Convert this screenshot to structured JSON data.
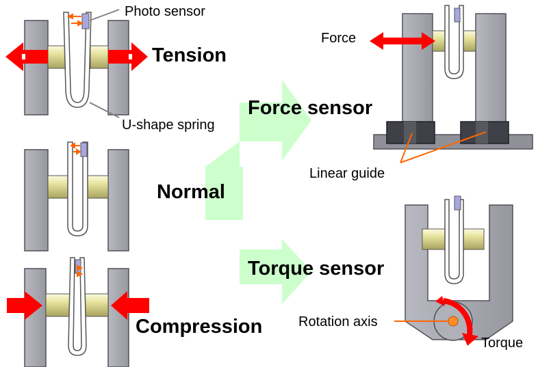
{
  "labels": {
    "photo_sensor": "Photo sensor",
    "tension": "Tension",
    "u_shape_spring": "U-shape spring",
    "normal": "Normal",
    "compression": "Compression",
    "force_sensor": "Force sensor",
    "force": "Force",
    "linear_guide": "Linear guide",
    "torque_sensor": "Torque sensor",
    "rotation_axis": "Rotation axis",
    "torque": "Torque"
  },
  "colors": {
    "frame_gray": "#a0a0a8",
    "frame_stroke": "#505058",
    "cylinder_yellow": "#e8e4a0",
    "sensor_lavender": "#a8a8e0",
    "force_arrow_red": "#ff0000",
    "small_arrow_orange": "#ff6600",
    "flow_arrow_green": "#ccffcc",
    "guide_dark": "#404048"
  }
}
